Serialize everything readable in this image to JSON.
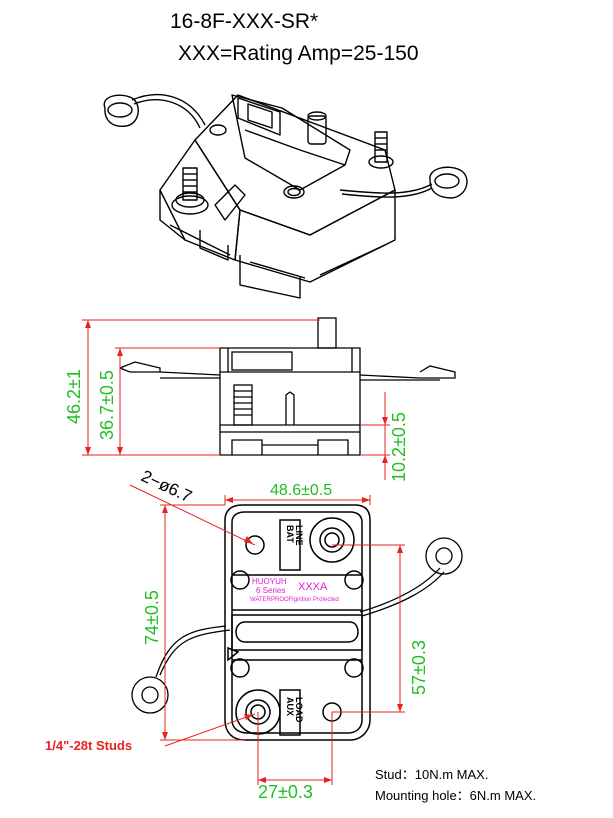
{
  "header": {
    "part_number": "16-8F-XXX-SR*",
    "rating_line": "XXX=Rating Amp=25-150"
  },
  "side_view": {
    "dim_total_height": "46.2±1",
    "dim_body_height": "36.7±0.5",
    "dim_base_height": "10.2±0.5"
  },
  "top_view": {
    "dim_width": "48.6±0.5",
    "dim_hole_diameter": "2−ø6.7",
    "dim_length": "74±0.5",
    "dim_hole_spacing_vertical": "57±0.3",
    "dim_stud_spacing": "27±0.3",
    "stud_label": "1/4\"-28t Studs",
    "label_brand": "HUOYUH",
    "label_series": "6 Series",
    "label_waterproof": "WATERPROOF",
    "label_ignition": "Ignition Protected",
    "label_rating": "XXXA",
    "terminal_top_left": "BAT",
    "terminal_top_right": "LINE",
    "terminal_bottom_left": "AUX",
    "terminal_bottom_right": "LOAD"
  },
  "torque_notes": {
    "stud": "Stud：10N.m MAX.",
    "mounting_hole": "Mounting hole：6N.m MAX."
  },
  "colors": {
    "dimension_red": "#e8231f",
    "dimension_green": "#1fbf22",
    "label_magenta": "#e020d0",
    "outline": "#000000"
  }
}
